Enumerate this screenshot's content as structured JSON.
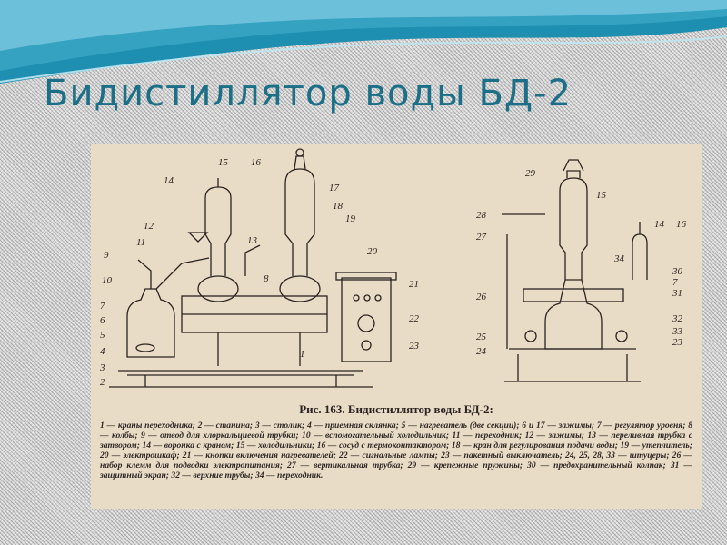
{
  "slide": {
    "title": "Бидистиллятор воды БД-2"
  },
  "figure": {
    "caption_title": "Рис. 163. Бидистиллятор воды БД-2:",
    "legend": "1 — краны переходника; 2 — станина; 3 — столик; 4 — приемная склянка; 5 — нагреватель (две секции); 6 и 17 — зажимы; 7 — регулятор уровня; 8 — колбы; 9 — отвод для хлоркальциевой трубки; 10 — вспомогательный холодильник; 11 — переходник; 12 — зажимы; 13 — переливная трубка с затвором; 14 — воронка с краном; 15 — холодильники; 16 — сосуд с термоконтактором; 18 — кран для регулирования подачи воды; 19 — утеплитель; 20 — электрошкаф; 21 — кнопки включения нагревателей; 22 — сигнальные лампы; 23 — пакетный выключатель; 24, 25, 28, 33 — штуцеры; 26 — набор клемм для подводки электропитания; 27 — вертикальная трубка; 29 — крепежные пружины; 30 — предохранительный колпак; 31 — защитный экран; 32 — верхние трубы; 34 — переходник.",
    "left_labels": [
      "1",
      "2",
      "3",
      "4",
      "5",
      "6",
      "7",
      "8",
      "9",
      "10",
      "11",
      "12",
      "13",
      "14",
      "15",
      "16",
      "17",
      "18",
      "19",
      "20",
      "21",
      "22",
      "23"
    ],
    "right_labels": [
      "7",
      "14",
      "15",
      "16",
      "23",
      "24",
      "25",
      "26",
      "27",
      "28",
      "29",
      "30",
      "31",
      "32",
      "33",
      "34"
    ]
  },
  "colors": {
    "title": "#1b6f86",
    "wave_dark": "#1e8fb0",
    "wave_light": "#7cc8de",
    "paper": "#e9dcc7",
    "ink": "#2a2320"
  }
}
